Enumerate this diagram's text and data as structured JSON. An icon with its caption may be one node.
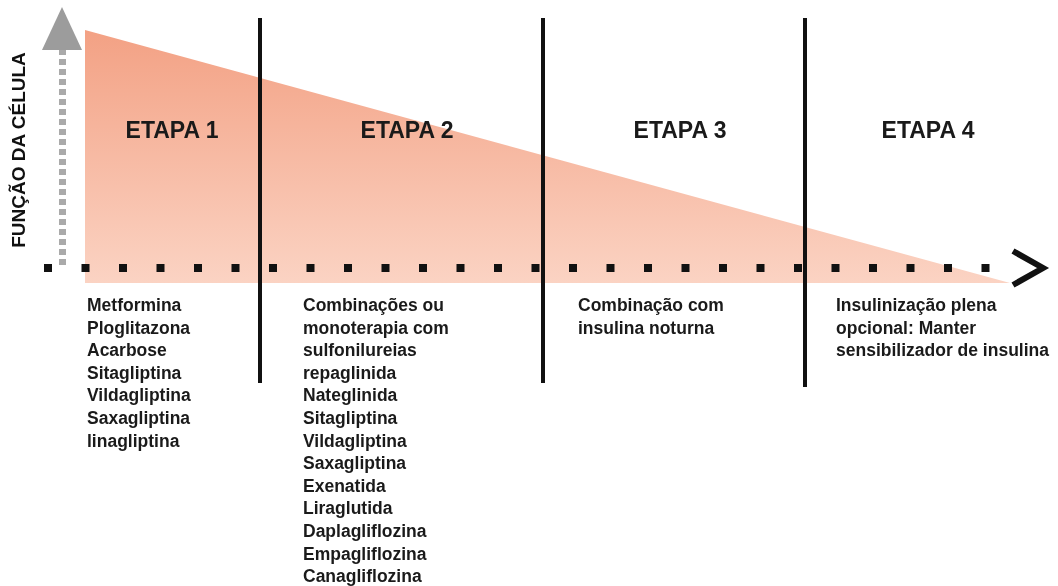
{
  "diagram": {
    "labels": [
      "FUNÇÃO DA CÉLULA",
      "ETAPA 1",
      "ETAPA 2",
      "ETAPA 3",
      "ETAPA 4",
      "Metformina",
      "Ploglitazona",
      "Acarbose",
      "Sitagliptina",
      "Vildagliptina",
      "Saxagliptina",
      "linagliptina",
      "Combinações ou monoterapia com sulfonilureias",
      "repaglinida",
      "Nateglinida",
      "Sitagliptina",
      "Vildagliptina",
      "Saxagliptina",
      "Exenatida",
      "Liraglutida",
      "Daplagliflozina",
      "Empagliflozina",
      "Canagliflozina",
      "Combinação com insulina noturna",
      "Insulinização plena opcional: Manter sensibilizador de insulina"
    ]
  }
}
